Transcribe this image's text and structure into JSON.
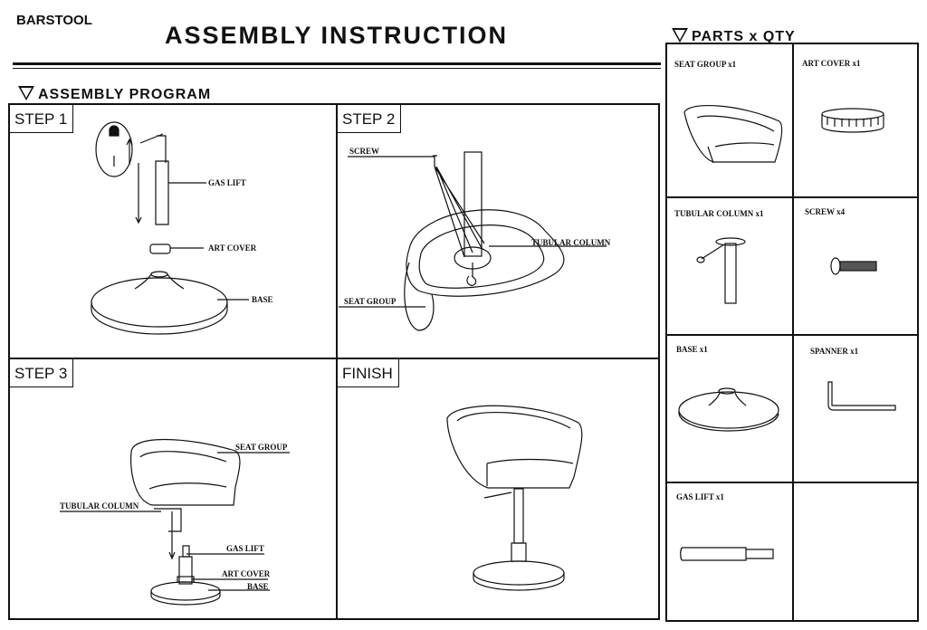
{
  "header": {
    "brand": "BARSTOOL",
    "title": "ASSEMBLY  INSTRUCTION"
  },
  "assembly_program": {
    "heading": "ASSEMBLY PROGRAM",
    "steps": [
      {
        "label": "STEP 1",
        "callouts": [
          "GAS LIFT",
          "ART COVER",
          "BASE"
        ]
      },
      {
        "label": "STEP 2",
        "callouts": [
          "SCREW",
          "TUBULAR COLUMN",
          "SEAT GROUP"
        ]
      },
      {
        "label": "STEP 3",
        "callouts": [
          "SEAT GROUP",
          "TUBULAR COLUMN",
          "GAS LIFT",
          "ART COVER",
          "BASE"
        ]
      },
      {
        "label": "FINISH"
      }
    ]
  },
  "parts": {
    "heading": "PARTS x QTY",
    "items": [
      {
        "label": "SEAT GROUP x1"
      },
      {
        "label": "ART COVER x1"
      },
      {
        "label": "TUBULAR COLUMN x1"
      },
      {
        "label": "SCREW  x4"
      },
      {
        "label": "BASE  x1"
      },
      {
        "label": "SPANNER  x1"
      },
      {
        "label": "GAS LIFT x1"
      }
    ]
  }
}
